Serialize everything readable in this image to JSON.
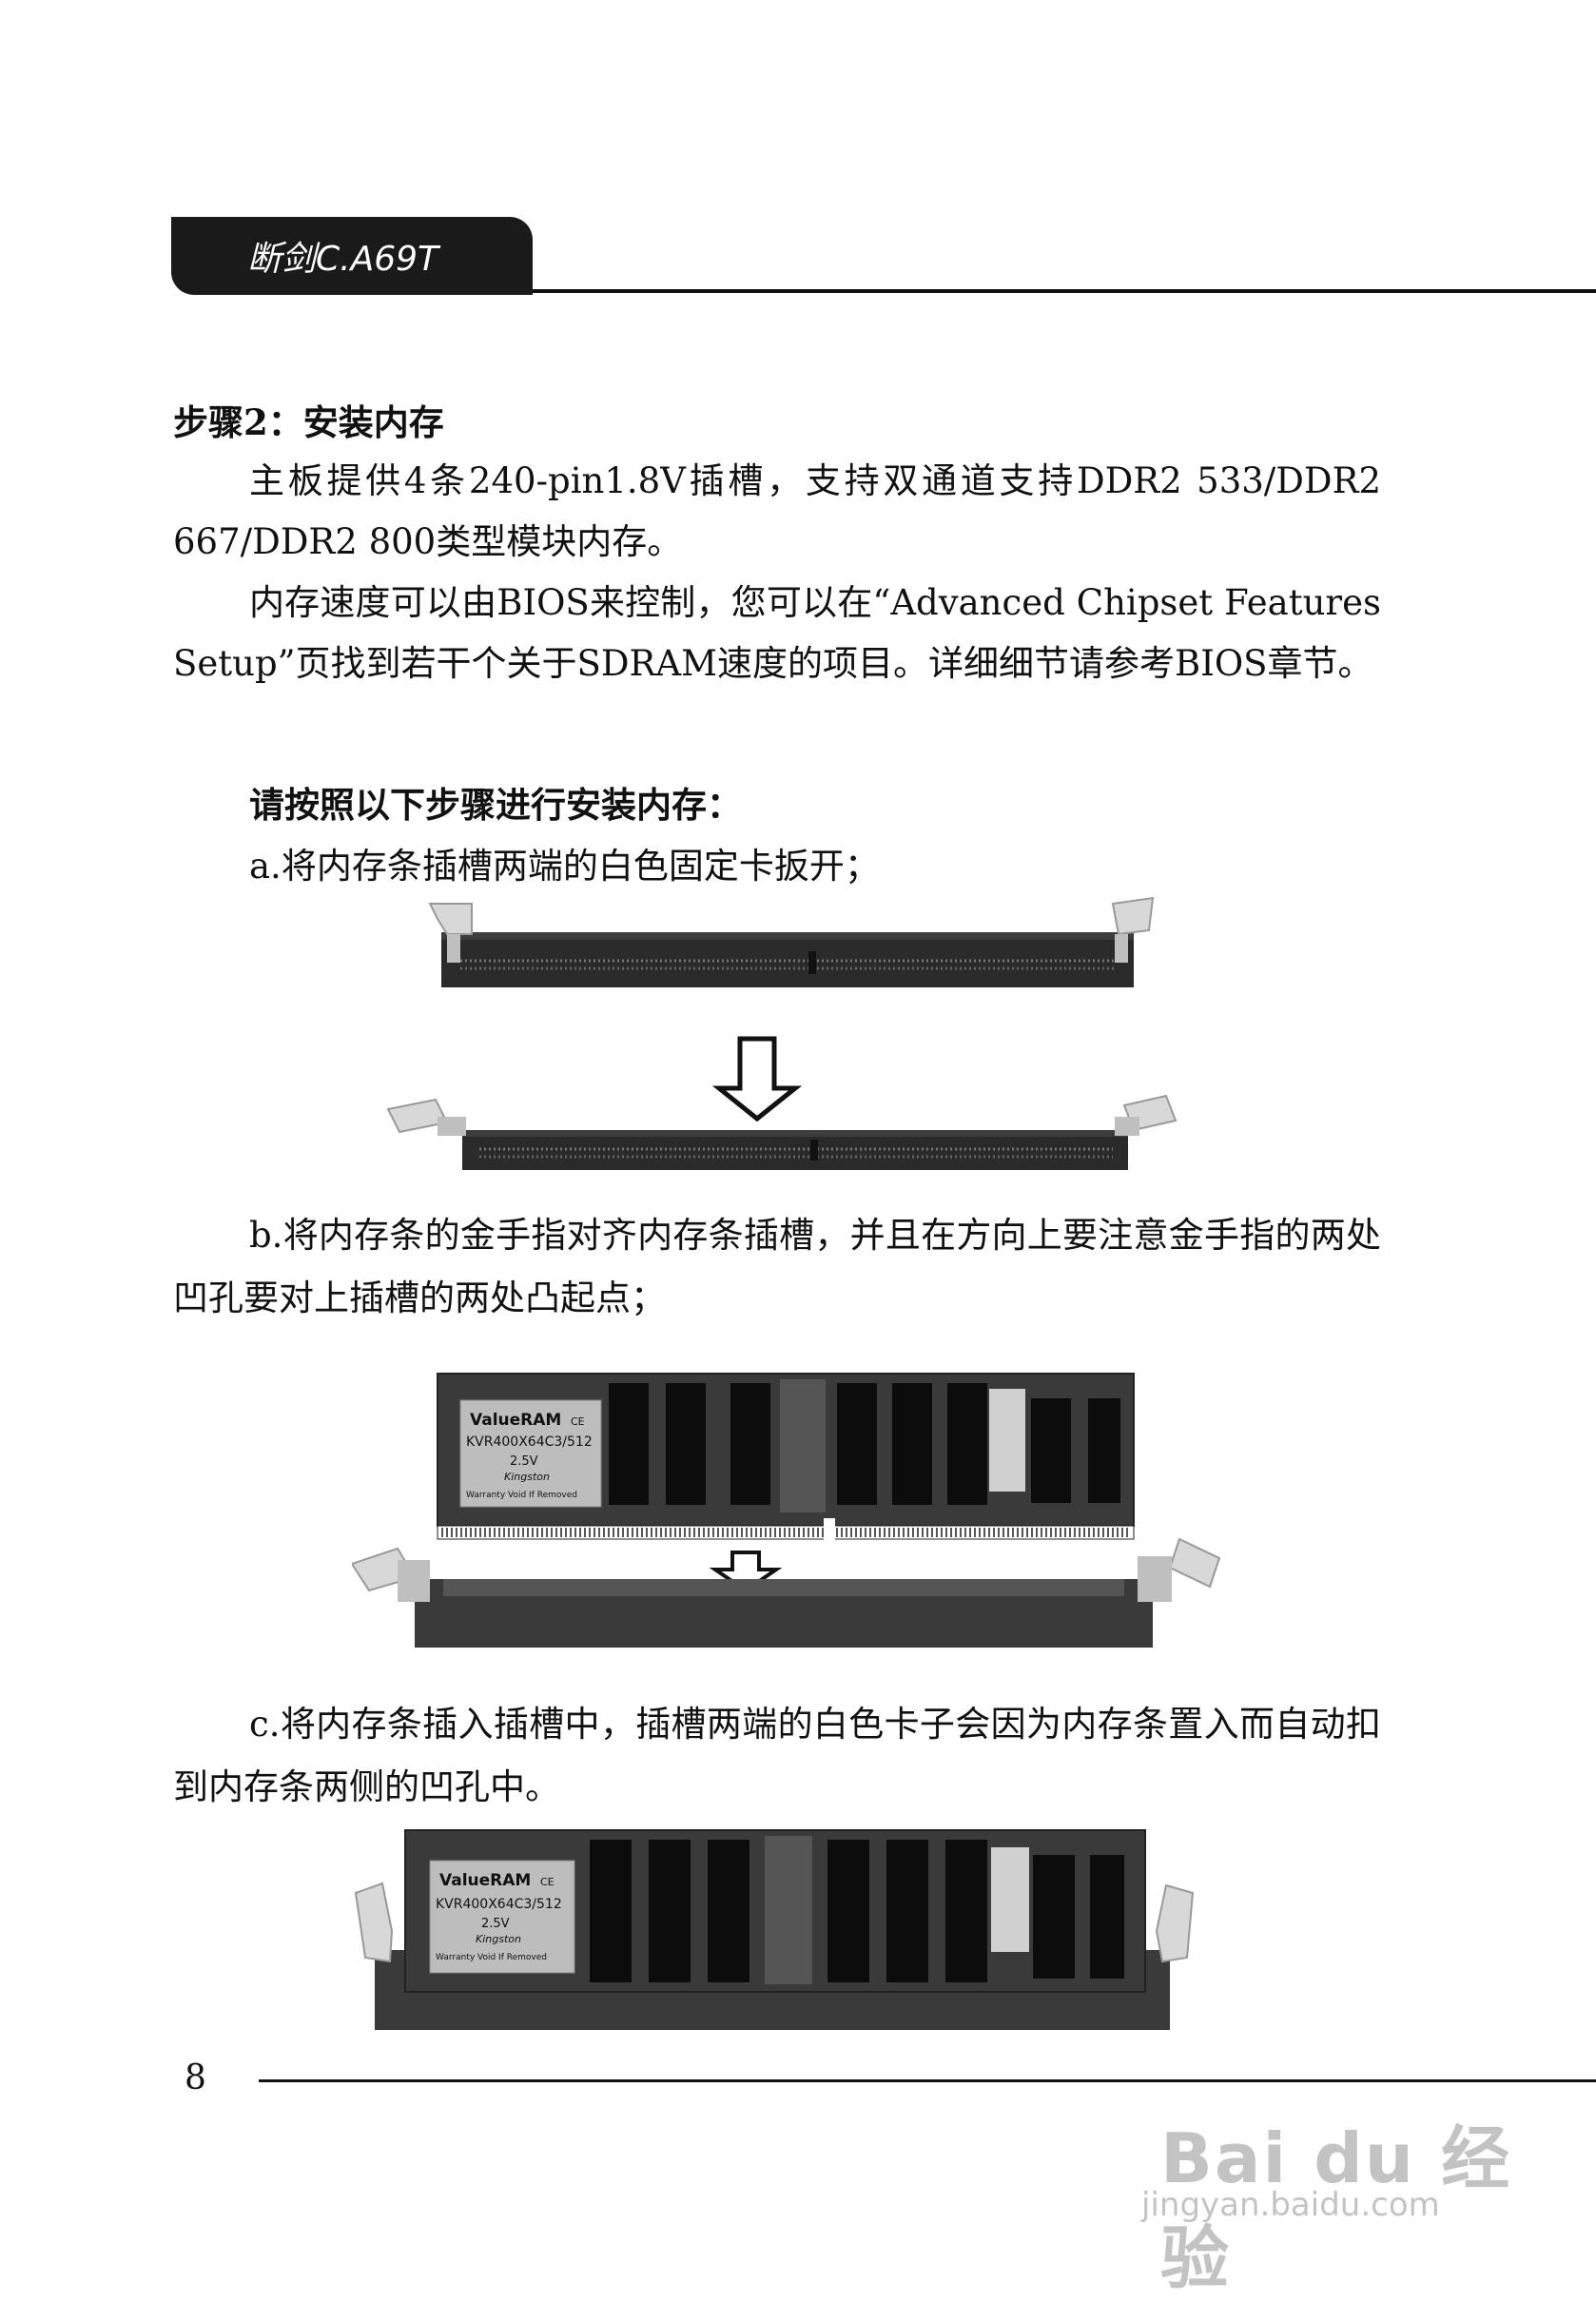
{
  "header": {
    "title": "断剑C.A69T"
  },
  "section": {
    "heading": "步骤2：安装内存",
    "paragraph1": "主板提供4条240-pin1.8V插槽，支持双通道支持DDR2 533/DDR2 667/DDR2 800类型模块内存。",
    "paragraph2": "内存速度可以由BIOS来控制，您可以在“Advanced Chipset Features Setup”页找到若干个关于SDRAM速度的项目。详细细节请参考BIOS章节。",
    "steps_heading": "请按照以下步骤进行安装内存：",
    "step_a": "a.将内存条插槽两端的白色固定卡扳开；",
    "step_b": "b.将内存条的金手指对齐内存条插槽，并且在方向上要注意金手指的两处凹孔要对上插槽的两处凸起点；",
    "step_c": "c.将内存条插入插槽中，插槽两端的白色卡子会因为内存条置入而自动扣到内存条两侧的凹孔中。"
  },
  "module_label": {
    "brand": "ValueRAM",
    "ce": "CE",
    "part": "KVR400X64C3/512",
    "voltage": "2.5V",
    "maker": "Kingston",
    "warranty": "Warranty Void If Removed"
  },
  "footer": {
    "page_number": "8",
    "watermark_brand": "Bai du 经验",
    "watermark_url": "jingyan.baidu.com"
  },
  "colors": {
    "slot": "#2a2a2a",
    "clip": "#d8d8d8",
    "pcb": "#3a3a3a",
    "chip": "#0c0c0c",
    "label": "#bdbdbd"
  }
}
